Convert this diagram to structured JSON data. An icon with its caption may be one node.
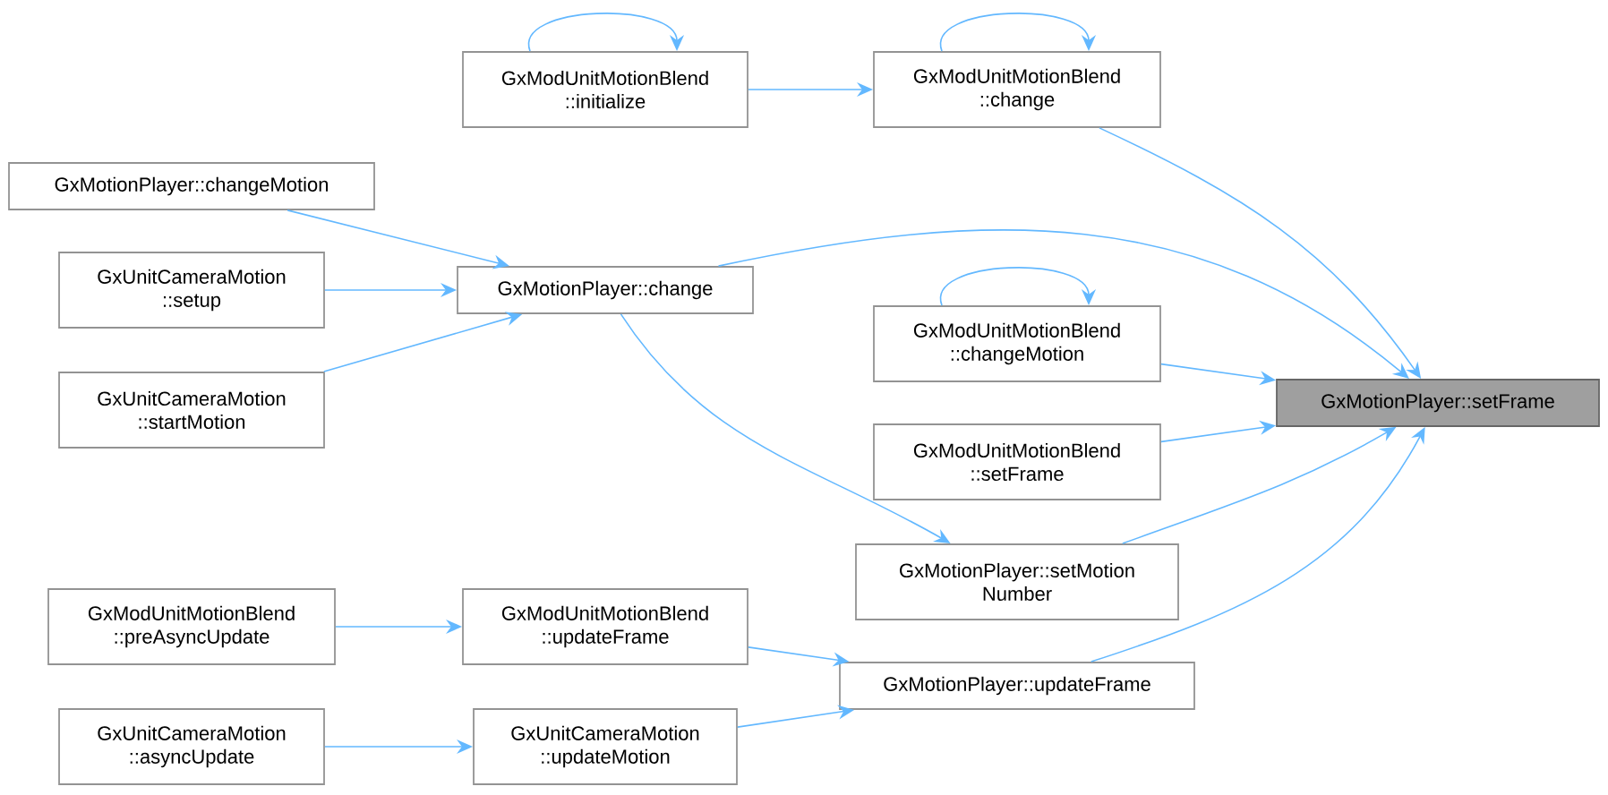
{
  "diagram": {
    "nodes": [
      {
        "text": [
          "GxMotionPlayer::setFrame"
        ]
      },
      {
        "text": [
          "GxModUnitMotionBlend ::initialize"
        ]
      },
      {
        "text": [
          "GxModUnitMotionBlend ::change"
        ]
      },
      {
        "text": [
          "GxMotionPlayer::changeMotion"
        ]
      },
      {
        "text": [
          "GxMotionPlayer::change"
        ]
      },
      {
        "text": [
          "GxUnitCameraMotion ::setup"
        ]
      },
      {
        "text": [
          "GxUnitCameraMotion ::startMotion"
        ]
      },
      {
        "text": [
          "GxModUnitMotionBlend ::changeMotion"
        ]
      },
      {
        "text": [
          "GxModUnitMotionBlend ::setFrame"
        ]
      },
      {
        "text": [
          "GxMotionPlayer::setMotion Number"
        ]
      },
      {
        "text": [
          "GxModUnitMotionBlend ::preAsyncUpdate"
        ]
      },
      {
        "text": [
          "GxModUnitMotionBlend ::updateFrame"
        ]
      },
      {
        "text": [
          "GxMotionPlayer::updateFrame"
        ]
      },
      {
        "text": [
          "GxUnitCameraMotion ::asyncUpdate"
        ]
      },
      {
        "text": [
          "GxUnitCameraMotion ::updateMotion"
        ]
      }
    ],
    "edges": [
      {
        "from": 1,
        "to": 1,
        "arrow": "to"
      },
      {
        "from": 1,
        "to": 2,
        "arrow": "to"
      },
      {
        "from": 2,
        "to": 2,
        "arrow": "to"
      },
      {
        "from": 2,
        "to": 0,
        "arrow": "to"
      },
      {
        "from": 3,
        "to": 4,
        "arrow": "to"
      },
      {
        "from": 5,
        "to": 4,
        "arrow": "to"
      },
      {
        "from": 6,
        "to": 4,
        "arrow": "to"
      },
      {
        "from": 4,
        "to": 0,
        "arrow": "to"
      },
      {
        "from": 4,
        "to": 9,
        "arrow": "to"
      },
      {
        "from": 7,
        "to": 7,
        "arrow": "to"
      },
      {
        "from": 7,
        "to": 0,
        "arrow": "to"
      },
      {
        "from": 8,
        "to": 0,
        "arrow": "to"
      },
      {
        "from": 9,
        "to": 0,
        "arrow": "to"
      },
      {
        "from": 10,
        "to": 11,
        "arrow": "to"
      },
      {
        "from": 11,
        "to": 12,
        "arrow": "to"
      },
      {
        "from": 12,
        "to": 0,
        "arrow": "to"
      },
      {
        "from": 13,
        "to": 14,
        "arrow": "to"
      },
      {
        "from": 14,
        "to": 12,
        "arrow": "to"
      }
    ]
  }
}
